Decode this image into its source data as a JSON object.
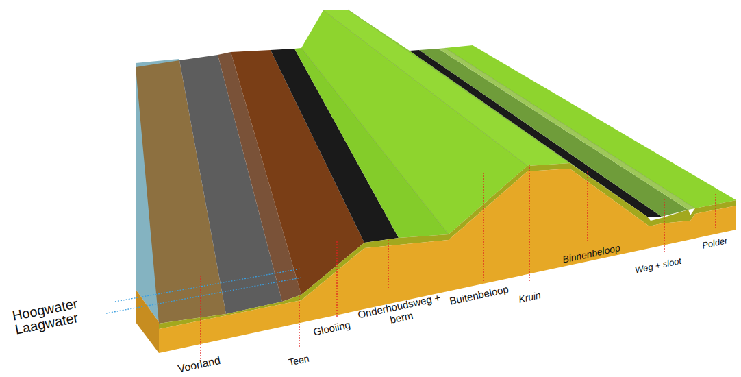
{
  "diagram": {
    "labels": [
      "Hoogwater",
      "Laagwater",
      "Voorland",
      "Teen",
      "Glooiing",
      "Onderhoudsweg + berm",
      "Buitenbeloop",
      "Kruin",
      "Binnenbeloop",
      "Weg + sloot",
      "Polder"
    ]
  }
}
